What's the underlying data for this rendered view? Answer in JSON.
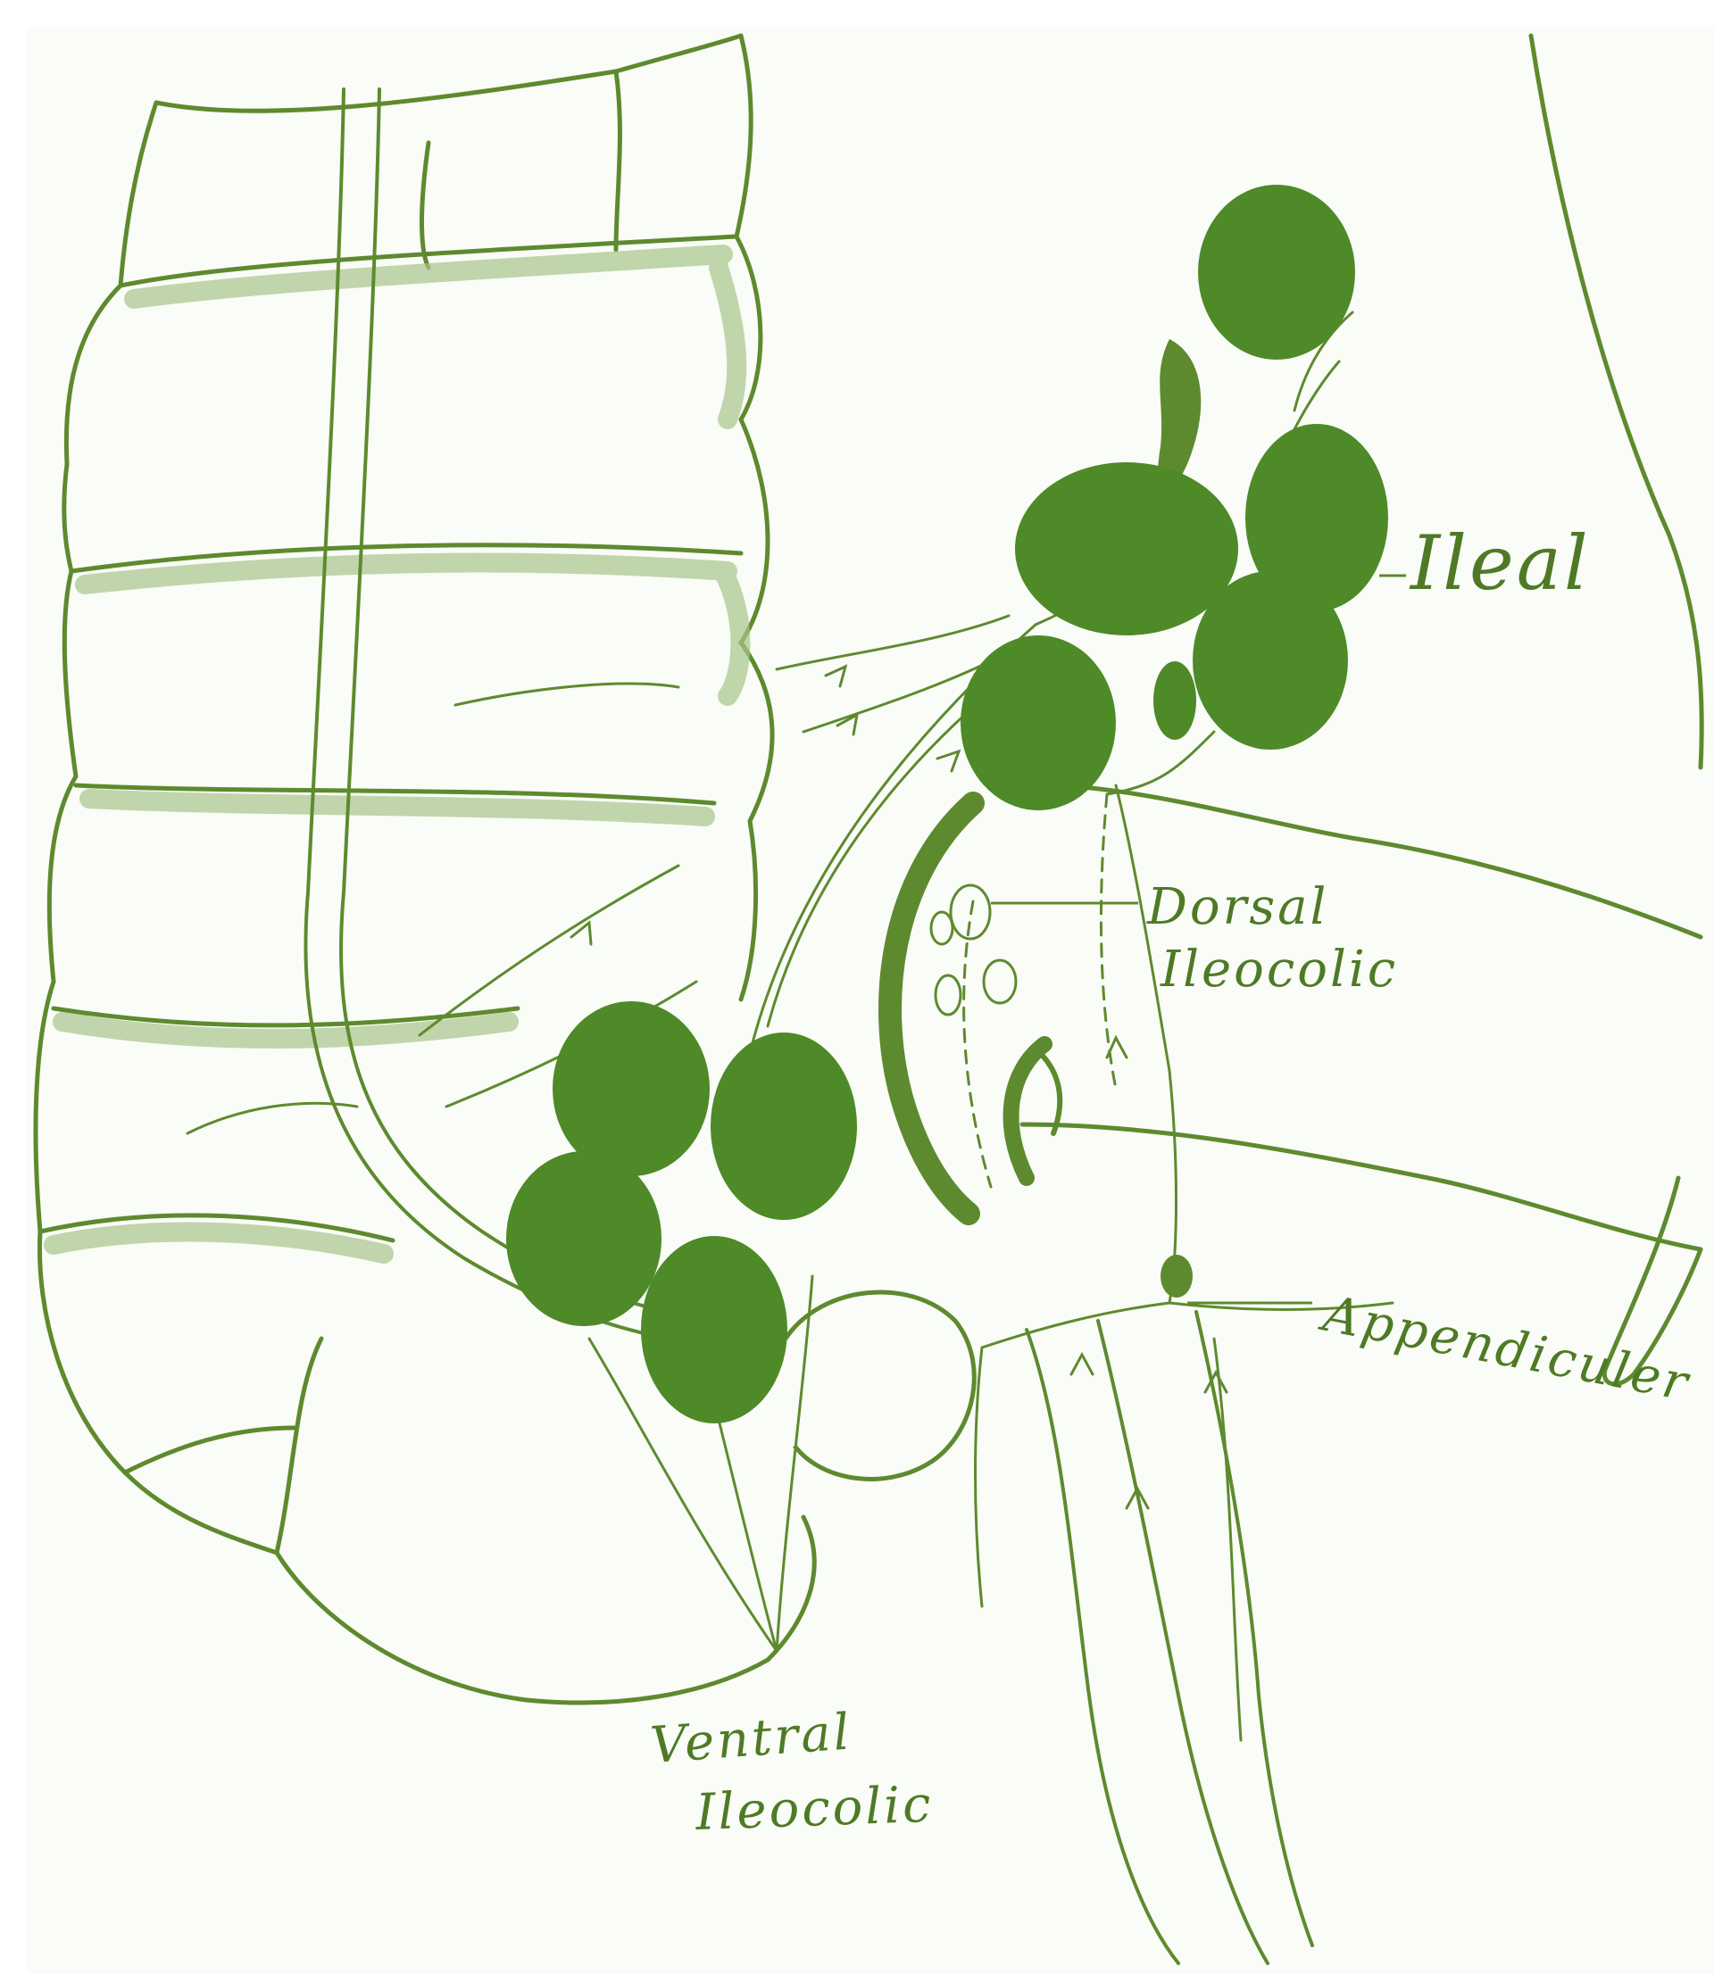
{
  "colors": {
    "line": "#5e8a2f",
    "shade": "#a7c58a",
    "node": "#4e8a28",
    "paper": "#fafcf7"
  },
  "labels": {
    "ileal": "Ileal",
    "dorsal_line1": "Dorsal",
    "dorsal_line2": "Ileocolic",
    "appendicular": "Appendiculer",
    "ventral_line1": "Ventral",
    "ventral_line2": "Ileocolic"
  },
  "nodes": {
    "ileal_group_count": 6,
    "ventral_group_count": 4
  }
}
